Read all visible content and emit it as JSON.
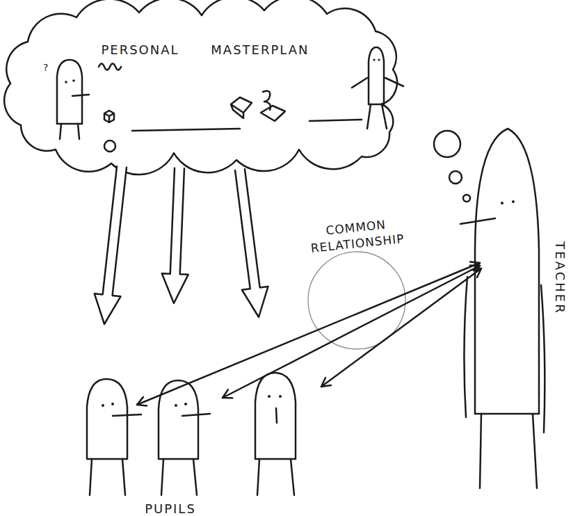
{
  "diagram": {
    "nodes": [
      {
        "text": [
          "PERSONAL MASTERPLAN"
        ]
      },
      {
        "text": [
          "TEACHER"
        ]
      },
      {
        "text": [
          "PUPILS"
        ]
      }
    ],
    "edges": [
      {
        "from": 0,
        "to": 2,
        "arrow": "to"
      },
      {
        "from": 0,
        "to": 2,
        "arrow": "to"
      },
      {
        "from": 0,
        "to": 2,
        "arrow": "to"
      },
      {
        "from": 1,
        "to": 2,
        "arrow": "both"
      },
      {
        "from": 1,
        "to": 2,
        "arrow": "both"
      },
      {
        "from": 1,
        "to": 2,
        "arrow": "both"
      }
    ],
    "labels": [
      "?",
      "COMMON RELATIONSHIP"
    ]
  }
}
